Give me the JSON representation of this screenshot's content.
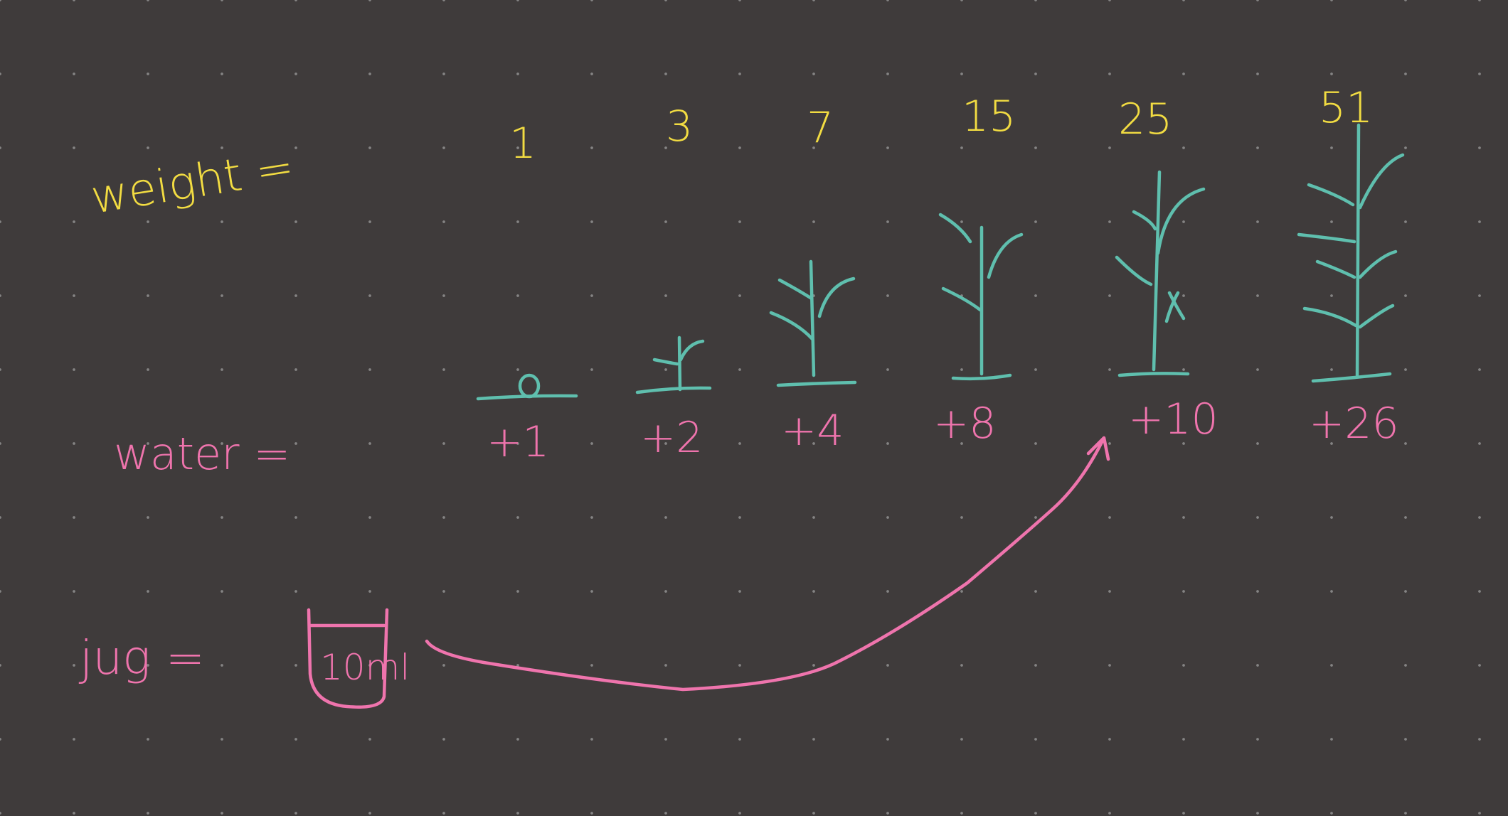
{
  "colors": {
    "background": "#3f3b3b",
    "weight_ink": "#f2dc42",
    "water_ink": "#ef74ad",
    "plant_ink": "#5fbfae"
  },
  "rows": {
    "weight_label": "weight =",
    "water_label": "water =",
    "jug_label": "jug ="
  },
  "weights": [
    "1",
    "3",
    "7",
    "15",
    "25",
    "51"
  ],
  "water_amounts": [
    "+1",
    "+2",
    "+4",
    "+8",
    "+10",
    "+26"
  ],
  "jug": {
    "amount": "10ml"
  }
}
